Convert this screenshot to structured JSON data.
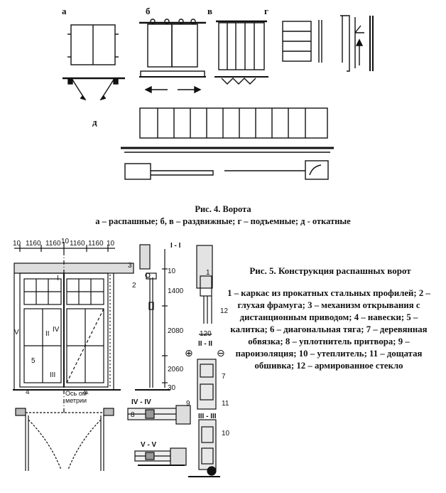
{
  "figure4": {
    "panel_labels": [
      "а",
      "б",
      "в",
      "г",
      "д"
    ],
    "caption_title": "Рис. 4. Ворота",
    "caption_subtitle": "а – распашные; б, в – раздвижные; г – подъемные; д - откатные"
  },
  "figure5": {
    "title": "Рис. 5. Конструкция распашных ворот",
    "legend": "1 – каркас из прокатных стальных профилей; 2 – глухая фрамуга; 3 – механизм открывания с дистанционным приводом; 4 – навески; 5 – калитка; 6 – диагональная тяга; 7 – деревянная обвязка; 8 – уплотнитель притвора; 9 – пароизоляция; 10 – утеплитель; 11 – дощатая обшивка; 12 – армированное стекло",
    "dimensions_top": [
      "10",
      "1160",
      "1160",
      "10",
      "1160",
      "1160",
      "10"
    ],
    "section_labels": [
      "I - I",
      "II - II",
      "III - III",
      "IV - IV",
      "V - V"
    ],
    "roman_marks": [
      "I",
      "II",
      "III",
      "IV",
      "V"
    ],
    "vertical_dims": [
      "10",
      "1400",
      "2080",
      "2060",
      "30"
    ],
    "dim_120": "120",
    "axis_label": "Ось ом-метрии",
    "numbers": [
      "1",
      "2",
      "3",
      "4",
      "5",
      "6",
      "7",
      "8",
      "9",
      "10",
      "11",
      "12"
    ],
    "plus": "⊕",
    "minus": "⊖"
  }
}
